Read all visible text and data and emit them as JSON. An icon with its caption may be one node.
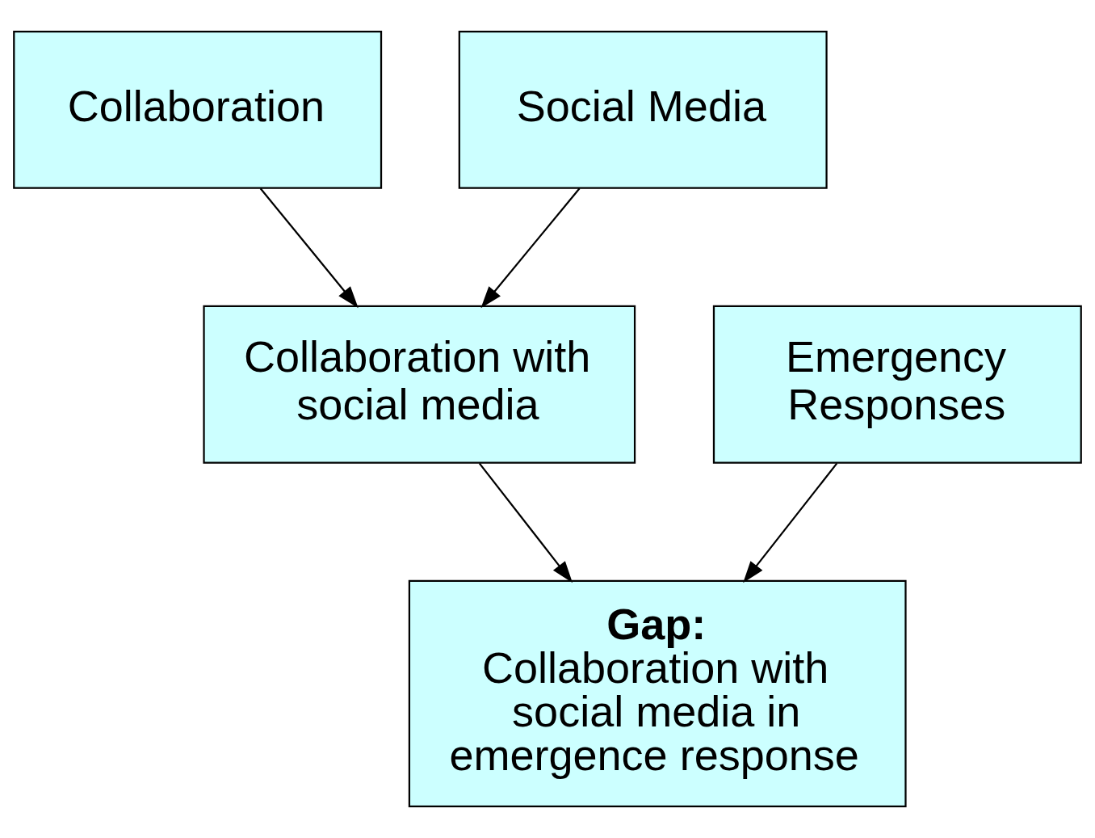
{
  "diagram": {
    "nodes": [
      {
        "text": [
          "Collaboration"
        ]
      },
      {
        "text": [
          "Social Media"
        ]
      },
      {
        "text": [
          "Collaboration with social media"
        ]
      },
      {
        "text": [
          "Emergency Responses"
        ]
      },
      {
        "text": [
          "Gap:",
          "Collaboration with social media in emergence response"
        ]
      }
    ],
    "edges": [
      {
        "from": 0,
        "to": 2,
        "arrow": "to"
      },
      {
        "from": 1,
        "to": 2,
        "arrow": "to"
      },
      {
        "from": 2,
        "to": 4,
        "arrow": "to"
      },
      {
        "from": 3,
        "to": 4,
        "arrow": "to"
      }
    ]
  }
}
